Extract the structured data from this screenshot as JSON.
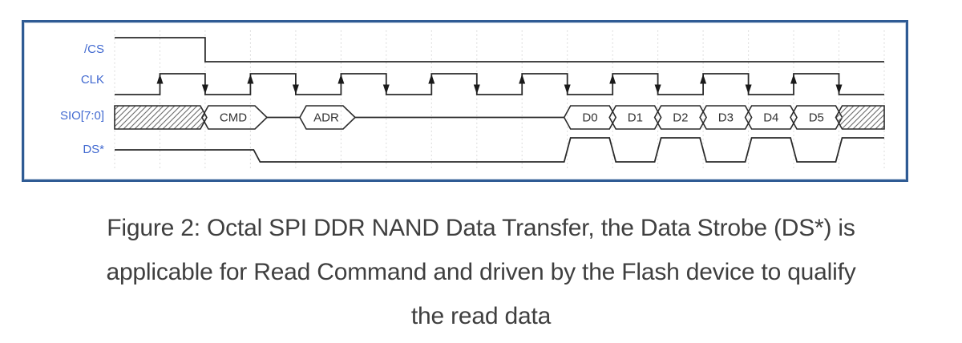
{
  "diagram": {
    "type": "digital-timing-waveform",
    "signals": [
      {
        "label": "/CS",
        "description": "chip select: high for first clock cycle, falls low and stays low for the whole transfer"
      },
      {
        "label": "CLK",
        "description": "clock: 8 pulses, an up arrow on every rising edge and a down arrow on every falling edge (DDR, data on both edges)"
      },
      {
        "label": "SIO[7:0]",
        "description": "octal IO bus: undefined (hatched), CMD phase, ADR phase, idle, then data beats D0-D5 on consecutive half clocks, undefined (hatched)"
      },
      {
        "label": "DS*",
        "description": "data strobe: tri-state mid level, driven low after command phase, toggles high/low with each data beat D0-D5, high at end"
      }
    ],
    "clock": {
      "pulses": 8,
      "rising_edge_marker": "up-arrow",
      "falling_edge_marker": "down-arrow"
    },
    "grid": {
      "columns": 17,
      "style": "dotted-vertical"
    },
    "sio_segments": [
      {
        "kind": "undefined-hatched",
        "label": ""
      },
      {
        "kind": "bus-cell",
        "label": "CMD"
      },
      {
        "kind": "bus-cell",
        "label": "ADR"
      },
      {
        "kind": "data-cell",
        "label": "D0"
      },
      {
        "kind": "data-cell",
        "label": "D1"
      },
      {
        "kind": "data-cell",
        "label": "D2"
      },
      {
        "kind": "data-cell",
        "label": "D3"
      },
      {
        "kind": "data-cell",
        "label": "D4"
      },
      {
        "kind": "data-cell",
        "label": "D5"
      },
      {
        "kind": "undefined-hatched",
        "label": ""
      }
    ]
  },
  "caption": {
    "lines": [
      "Figure 2: Octal SPI DDR NAND Data Transfer, the Data Strobe (DS*) is",
      "applicable for Read Command and driven by the Flash device to qualify",
      "the read data"
    ]
  },
  "colors": {
    "box_border": "#2F5B94",
    "signal_label": "#4169D0",
    "waveform": "#2B2B2B",
    "gridline": "#CFCFCF",
    "caption_text": "#3F3F3F",
    "background": "#FFFFFF"
  }
}
